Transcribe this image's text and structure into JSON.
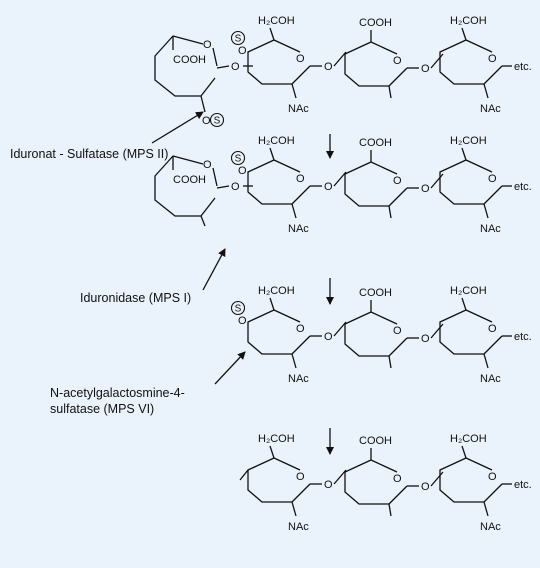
{
  "colors": {
    "background": "#eaf2fb",
    "ink": "#111111"
  },
  "group_labels": {
    "h2coh": "H₂COH",
    "cooh": "COOH",
    "nac": "NAc",
    "etc": "etc.",
    "o": "O",
    "s": "S"
  },
  "enzymes": [
    {
      "name": "Iduronat - Sulfatase (MPS II)"
    },
    {
      "name": "Iduronidase (MPS I)"
    },
    {
      "name_line1": "N-acetylgalactosmine-4-",
      "name_line2": "sulfatase (MPS VI)"
    }
  ],
  "stages": [
    {
      "iduronate": true,
      "iduronate_sulfate": true,
      "galnac_4_sulfate": true
    },
    {
      "iduronate": true,
      "iduronate_sulfate": false,
      "galnac_4_sulfate": true
    },
    {
      "iduronate": false,
      "iduronate_sulfate": false,
      "galnac_4_sulfate": true
    },
    {
      "iduronate": false,
      "iduronate_sulfate": false,
      "galnac_4_sulfate": false
    }
  ]
}
